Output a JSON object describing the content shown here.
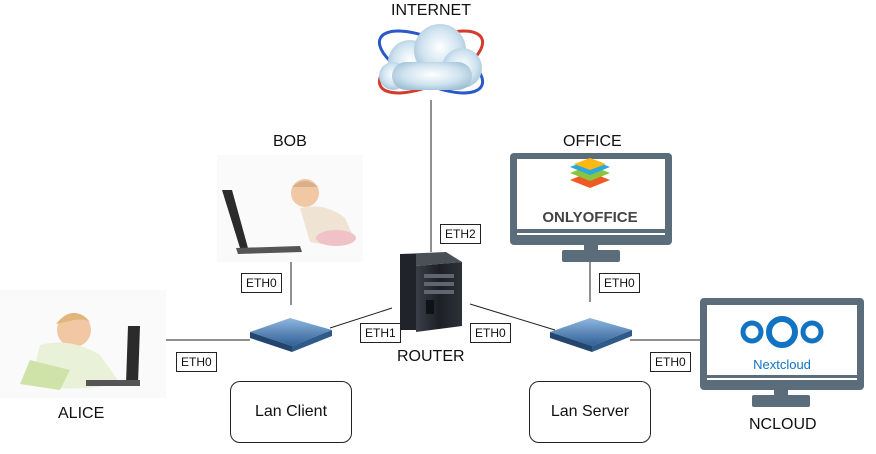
{
  "nodes": {
    "internet": "INTERNET",
    "bob": "BOB",
    "office": "OFFICE",
    "alice": "ALICE",
    "router": "ROUTER",
    "ncloud": "NCLOUD"
  },
  "ports": {
    "router_eth2": "ETH2",
    "router_eth1": "ETH1",
    "router_eth0": "ETH0",
    "bob_eth0": "ETH0",
    "office_eth0": "ETH0",
    "alice_eth0": "ETH0",
    "ncloud_eth0": "ETH0"
  },
  "lans": {
    "client": "Lan Client",
    "server": "Lan Server"
  },
  "logos": {
    "onlyoffice": "ONLYOFFICE",
    "nextcloud": "Nextcloud"
  },
  "colors": {
    "monitor": "#5b6d7b",
    "switch": "#3f6fa6",
    "nextcloud_blue": "#1273c3",
    "onlyoffice_orange": "#f05a22",
    "onlyoffice_green": "#8bc53f",
    "onlyoffice_blue": "#2aa8df",
    "onlyoffice_yellow": "#fdb813"
  }
}
